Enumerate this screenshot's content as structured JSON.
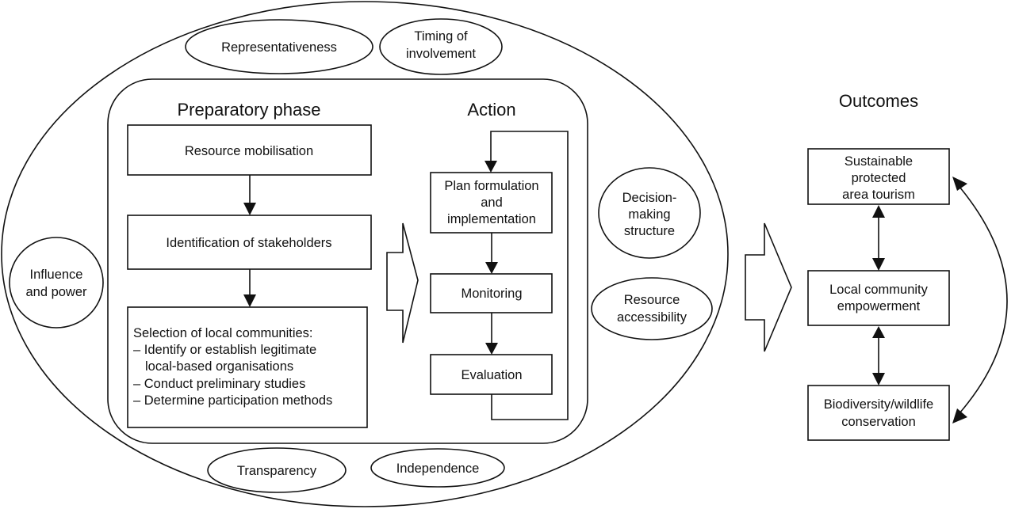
{
  "headings": {
    "preparatory": "Preparatory phase",
    "action": "Action",
    "outcomes": "Outcomes"
  },
  "factors": {
    "representativeness": "Representativeness",
    "timing": [
      "Timing of",
      "involvement"
    ],
    "influence": [
      "Influence",
      "and power"
    ],
    "decision": [
      "Decision-",
      "making",
      "structure"
    ],
    "resource_access": [
      "Resource",
      "accessibility"
    ],
    "transparency": "Transparency",
    "independence": "Independence"
  },
  "preparatory_steps": {
    "mobilisation": "Resource mobilisation",
    "identification": "Identification of stakeholders",
    "selection": {
      "title": "Selection of local communities:",
      "lines": [
        "– Identify or establish legitimate",
        "   local-based organisations",
        "– Conduct preliminary studies",
        "– Determine participation methods"
      ]
    }
  },
  "action_steps": {
    "plan": [
      "Plan formulation",
      "and",
      "implementation"
    ],
    "monitoring": "Monitoring",
    "evaluation": "Evaluation"
  },
  "outcomes": {
    "tourism": [
      "Sustainable",
      "protected",
      "area tourism"
    ],
    "empowerment": [
      "Local community",
      "empowerment"
    ],
    "conservation": [
      "Biodiversity/wildlife",
      "conservation"
    ]
  }
}
